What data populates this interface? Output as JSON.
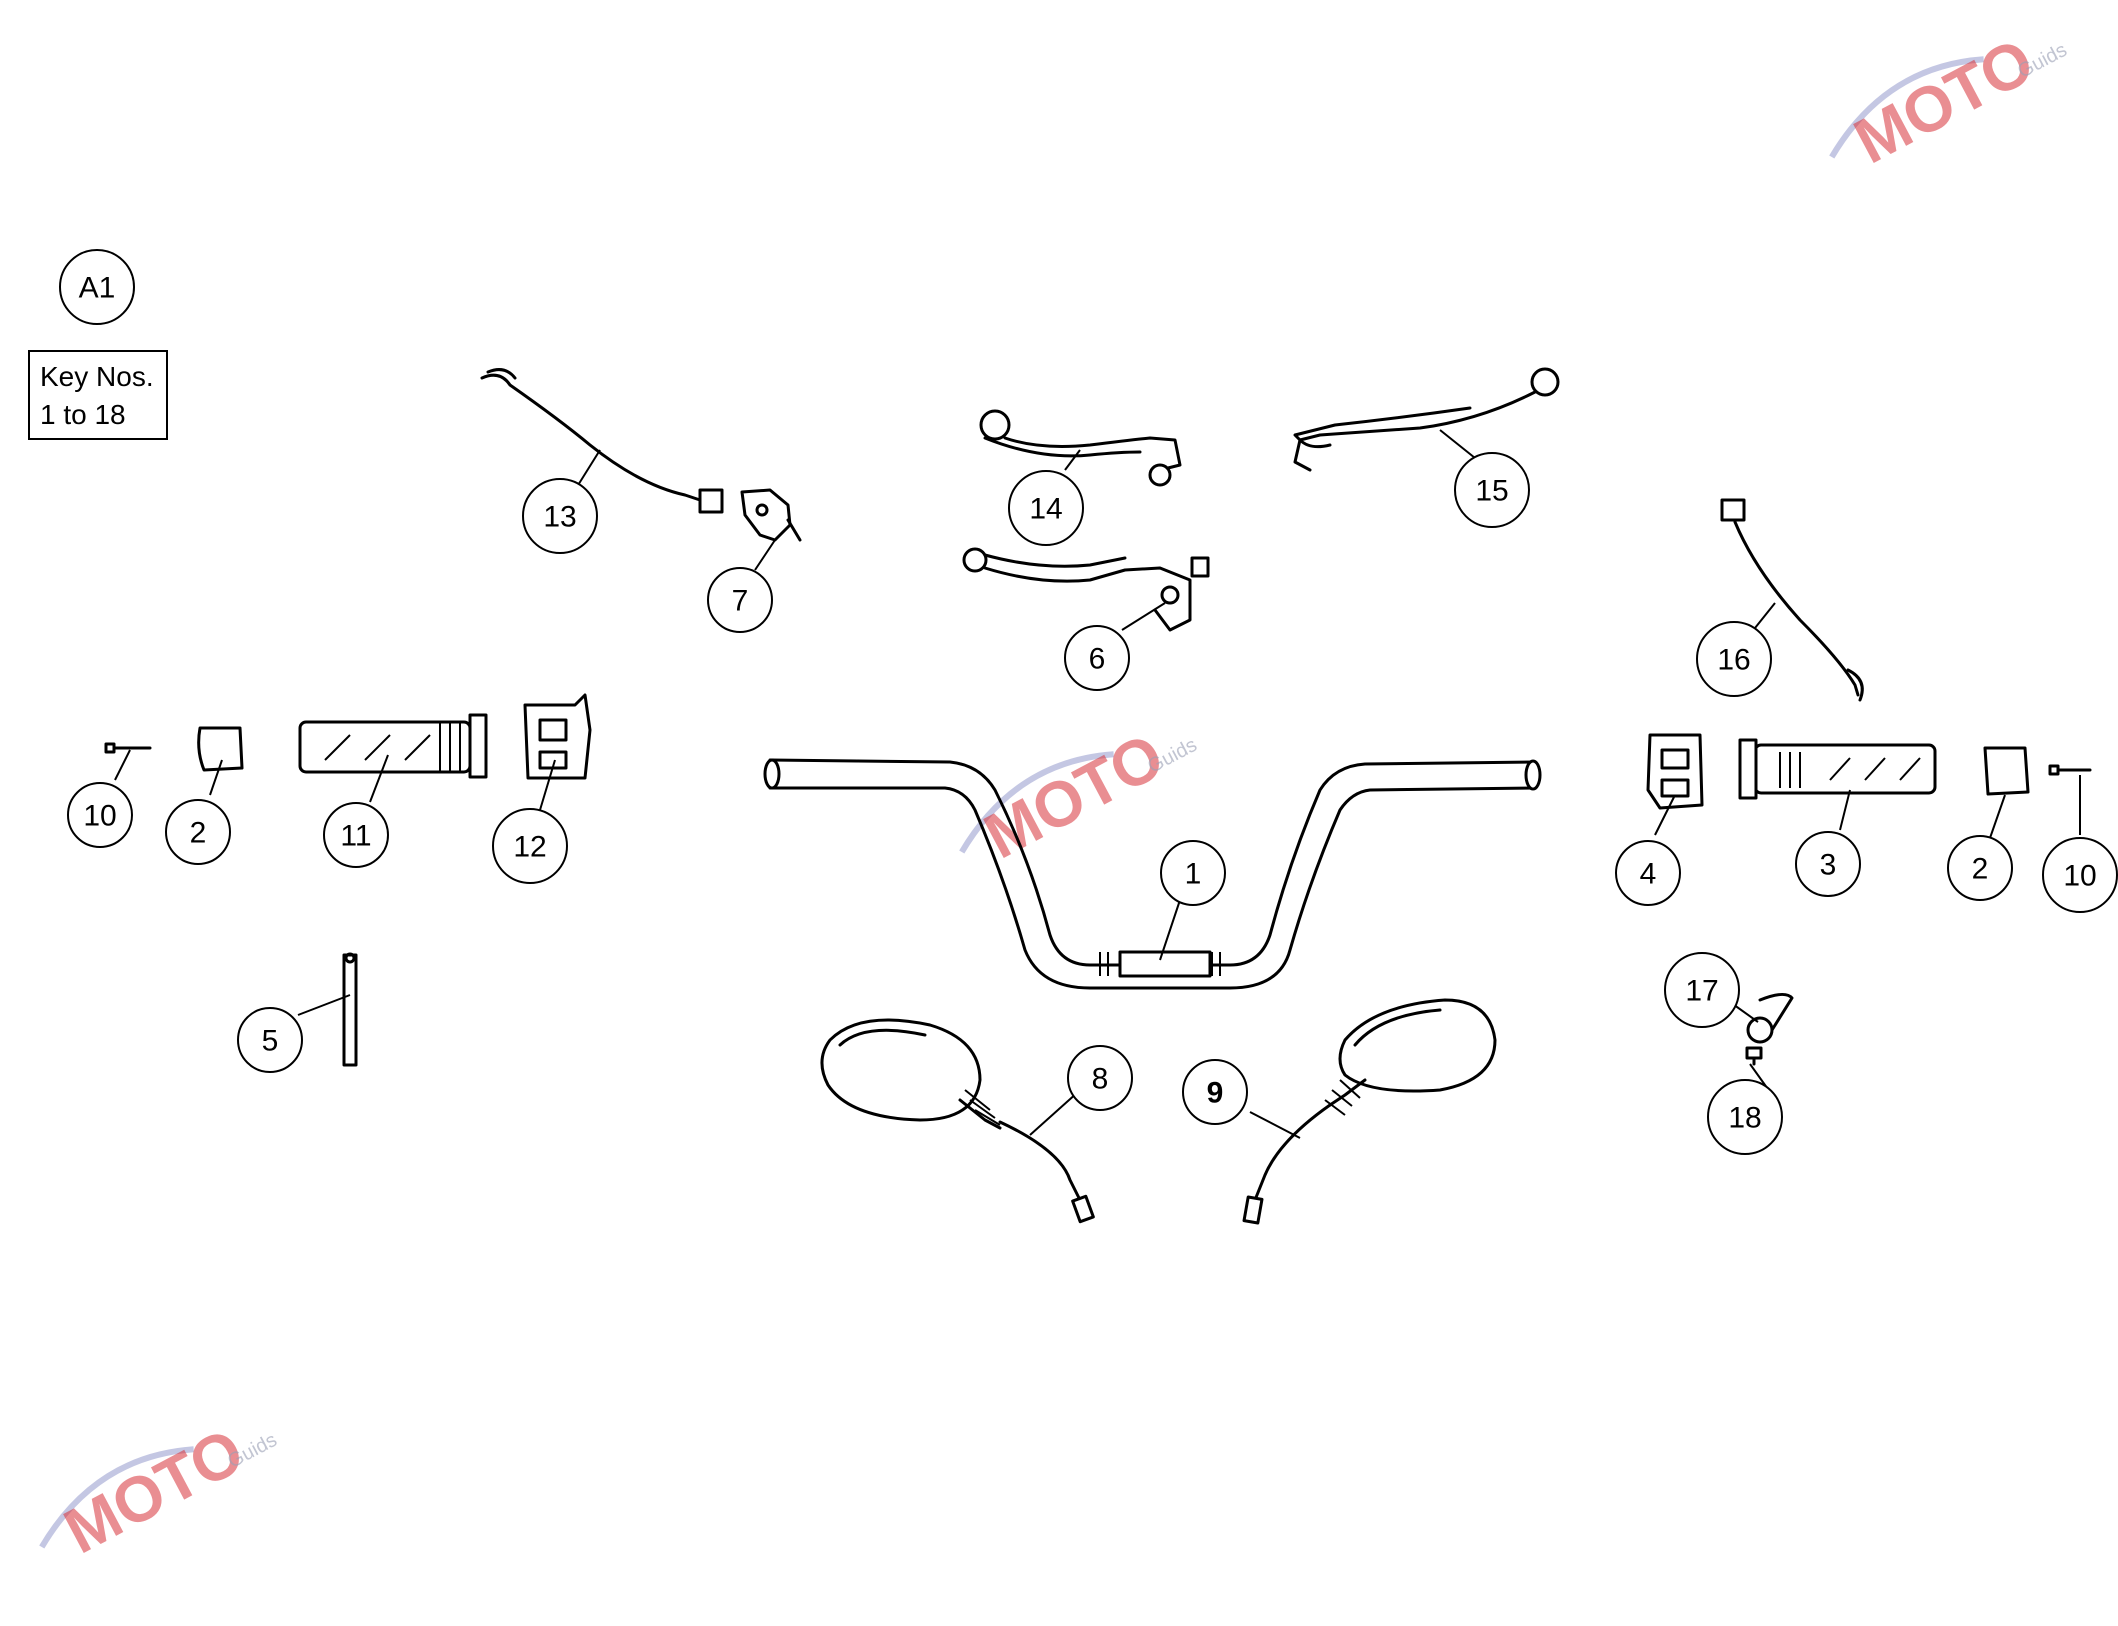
{
  "diagram_id": "A1",
  "key_box": {
    "line1": "Key Nos.",
    "line2": "1 to 18"
  },
  "watermark": {
    "brand": "MOTO",
    "sub": "Guids",
    "color": "#d8333a"
  },
  "parts": [
    {
      "key": "1",
      "part": "handlebar"
    },
    {
      "key": "2",
      "part": "bar-end-weight-left"
    },
    {
      "key": "2",
      "part": "bar-end-weight-right"
    },
    {
      "key": "3",
      "part": "throttle-grip"
    },
    {
      "key": "4",
      "part": "right-switch-housing"
    },
    {
      "key": "5",
      "part": "tube-pin"
    },
    {
      "key": "6",
      "part": "clutch-lever-assembly"
    },
    {
      "key": "7",
      "part": "switch-block"
    },
    {
      "key": "8",
      "part": "left-mirror"
    },
    {
      "key": "9",
      "part": "right-mirror"
    },
    {
      "key": "10",
      "part": "bar-end-screw-left"
    },
    {
      "key": "10",
      "part": "bar-end-screw-right"
    },
    {
      "key": "11",
      "part": "left-grip"
    },
    {
      "key": "12",
      "part": "left-switch-housing"
    },
    {
      "key": "13",
      "part": "switch-cable-left"
    },
    {
      "key": "14",
      "part": "brake-lever"
    },
    {
      "key": "15",
      "part": "clutch-lever"
    },
    {
      "key": "16",
      "part": "switch-cable-right"
    },
    {
      "key": "17",
      "part": "clamp-clip"
    },
    {
      "key": "18",
      "part": "screw"
    }
  ]
}
